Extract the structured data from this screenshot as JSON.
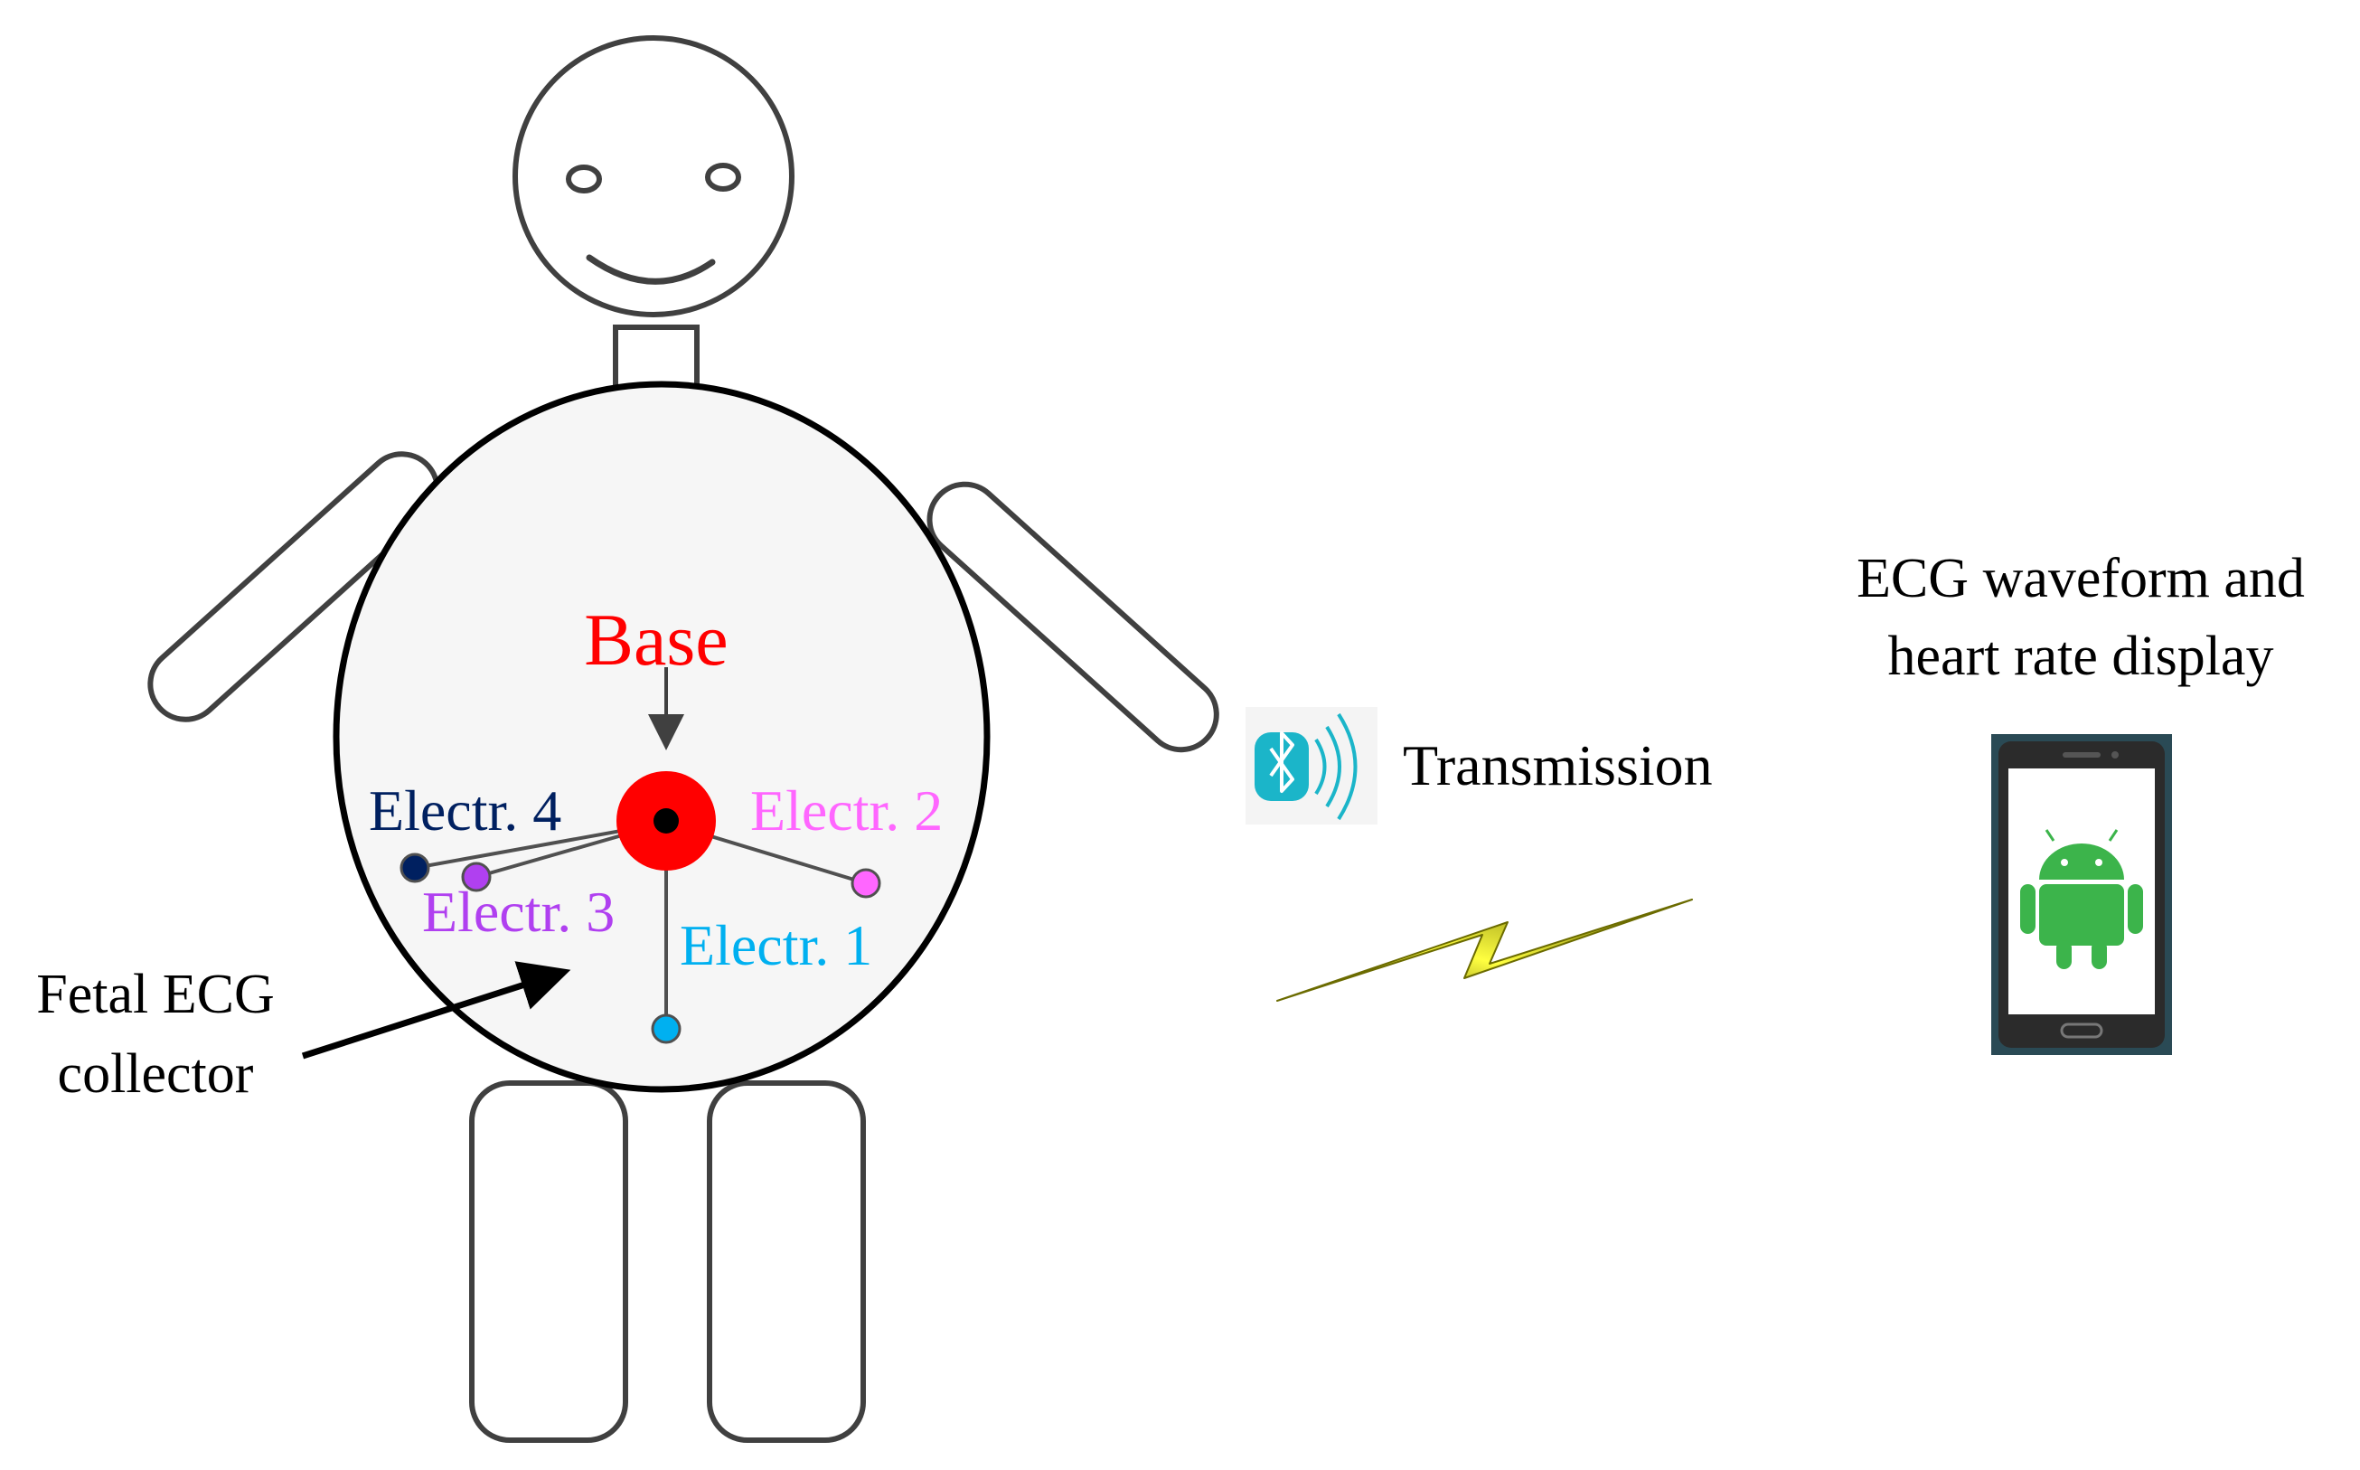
{
  "labels": {
    "base": "Base",
    "electrode_1": "Electr. 1",
    "electrode_2": "Electr. 2",
    "electrode_3": "Electr. 3",
    "electrode_4": "Electr. 4",
    "collector_line1": "Fetal ECG",
    "collector_line2": "collector",
    "transmission": "Transmission",
    "display_line1": "ECG waveform and",
    "display_line2": "heart rate display"
  },
  "colors": {
    "base": "#ff0000",
    "electrode_1": "#00b0f0",
    "electrode_2": "#ff66ff",
    "electrode_3": "#b040f0",
    "electrode_4": "#002060",
    "outline": "#404040",
    "bluetooth": "#1bb5c9",
    "lightning": "#ffff00",
    "android": "#3cb44b"
  },
  "icons": {
    "bluetooth": "bluetooth-icon",
    "lightning": "lightning-bolt-icon",
    "phone": "smartphone-icon",
    "android": "android-robot-icon"
  }
}
